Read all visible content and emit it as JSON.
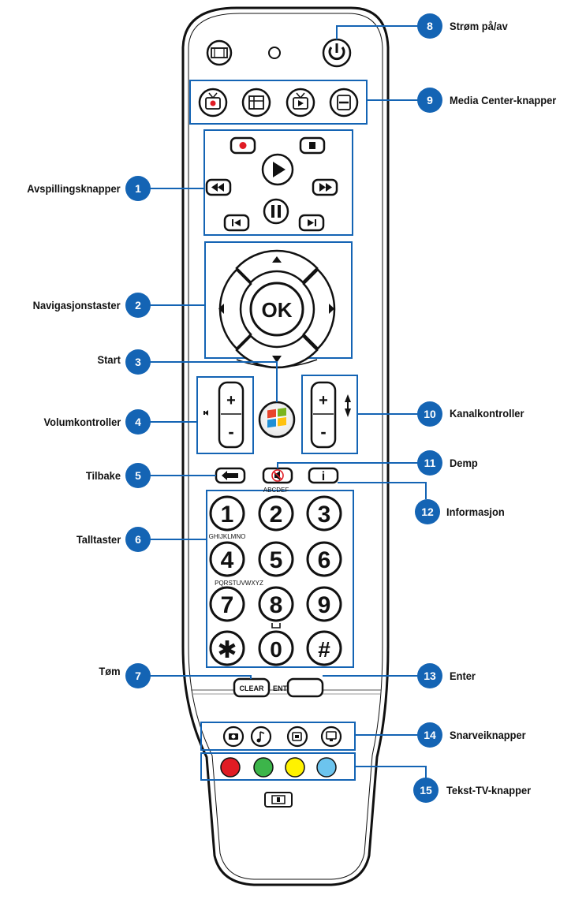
{
  "labels": {
    "l1": "Avspillingsknapper",
    "l2": "Navigasjonstaster",
    "l3": "Start",
    "l4": "Volumkontroller",
    "l5": "Tilbake",
    "l6": "Talltaster",
    "l7": "Tøm",
    "l8": "Strøm på/av",
    "l9": "Media Center-knapper",
    "l10": "Kanalkontroller",
    "l11": "Demp",
    "l12": "Informasjon",
    "l13": "Enter",
    "l14": "Snarveiknapper",
    "l15": "Tekst-TV-knapper"
  },
  "callouts": [
    "1",
    "2",
    "3",
    "4",
    "5",
    "6",
    "7",
    "8",
    "9",
    "10",
    "11",
    "12",
    "13",
    "14",
    "15"
  ],
  "keys": {
    "ok": "OK",
    "vol_plus": "+",
    "vol_minus": "-",
    "ch_plus": "+",
    "ch_minus": "-",
    "d1": "1",
    "d2": "2",
    "d3": "3",
    "d4": "4",
    "d5": "5",
    "d6": "6",
    "d7": "7",
    "d8": "8",
    "d9": "9",
    "star": "✱",
    "d0": "0",
    "hash": "#",
    "abc": "ABCDEF",
    "ghi": "GHIJKLMNO",
    "pqr": "PQRSTUVWXYZ",
    "clear": "CLEAR",
    "enter": "ENTER",
    "info": "i"
  },
  "colors": {
    "callout": "#1464b4",
    "red": "#e01c24",
    "green": "#3cb54a",
    "yellow": "#fff200",
    "blue": "#6cc4ee"
  }
}
